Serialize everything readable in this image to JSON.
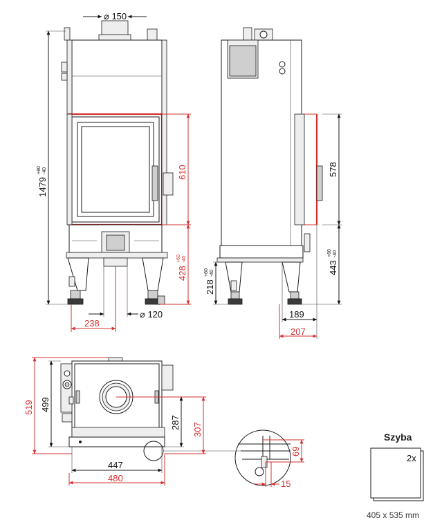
{
  "front_view": {
    "flue_diameter": "150",
    "total_height": "1479",
    "total_height_tol_plus": "+80",
    "total_height_tol_minus": "-40",
    "door_height": "610",
    "door_base_height": "428",
    "door_base_tol_plus": "+60",
    "door_base_tol_minus": "-40",
    "air_inlet_diameter": "120",
    "inlet_offset": "238"
  },
  "side_view": {
    "door_height": "578",
    "base_height": "443",
    "base_tol_plus": "+60",
    "base_tol_minus": "-40",
    "leg_height": "218",
    "leg_tol_plus": "+60",
    "leg_tol_minus": "-40",
    "depth_inner": "189",
    "depth_outer": "207"
  },
  "top_view": {
    "depth_total": "519",
    "depth_body": "499",
    "flue_offset_red": "307",
    "flue_offset_black": "287",
    "width_body": "447",
    "width_total": "480"
  },
  "detail_view": {
    "door_offset": "69",
    "door_gap": "15"
  },
  "glass": {
    "title": "Szyba",
    "quantity": "2x",
    "dimensions": "405 x 535 mm"
  },
  "colors": {
    "outline": "#1a1a1a",
    "dimension_red": "#d62f2f"
  }
}
